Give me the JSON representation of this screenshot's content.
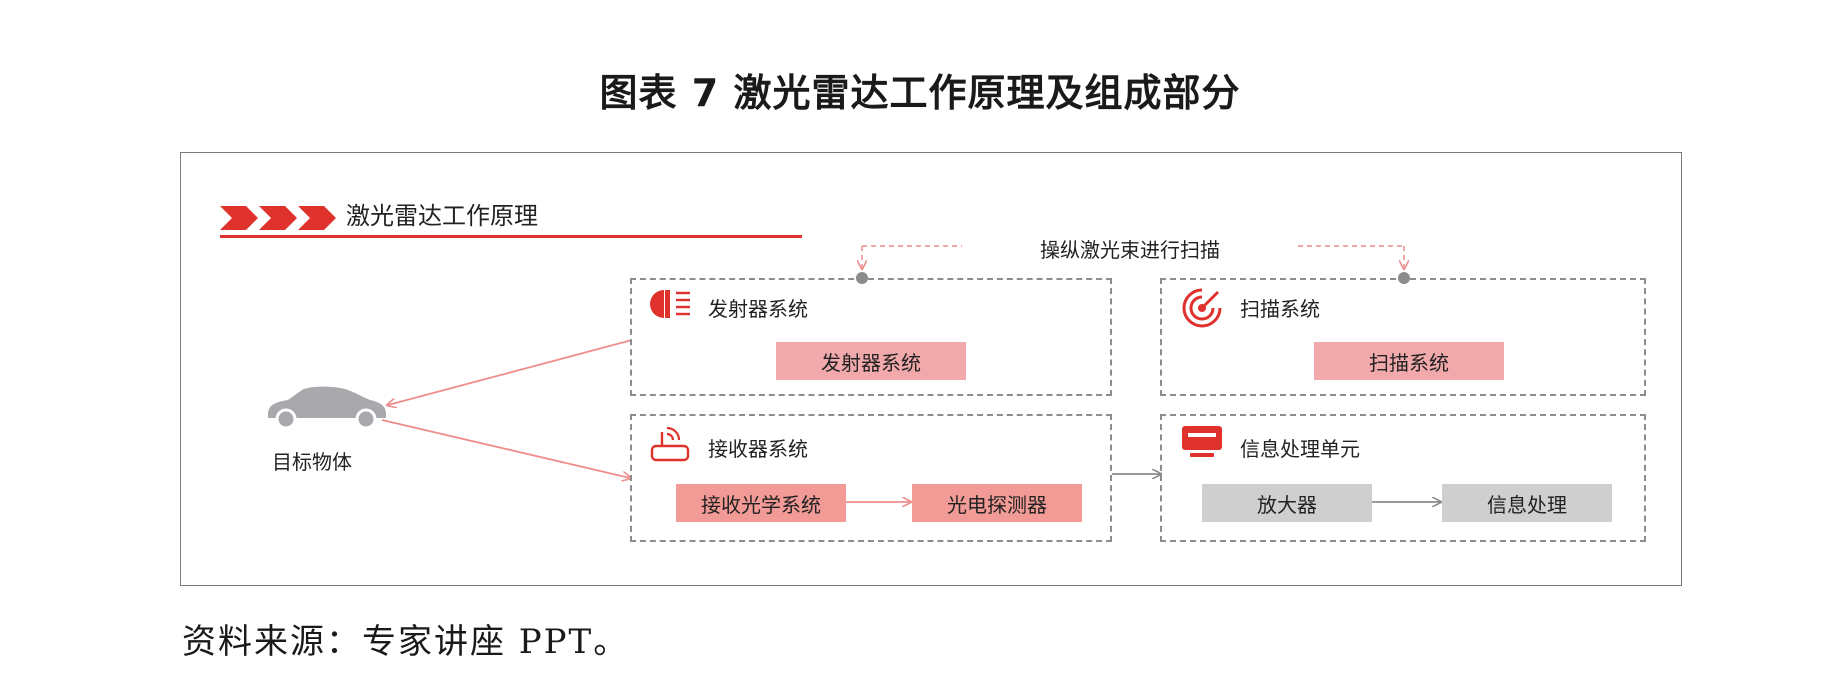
{
  "figure": {
    "title": "图表 7 激光雷达工作原理及组成部分",
    "source": "资料来源：专家讲座 PPT。"
  },
  "section": {
    "title": "激光雷达工作原理",
    "accent_color": "#e0322d"
  },
  "scan_annotation": "操纵激光束进行扫描",
  "target": {
    "label": "目标物体",
    "icon": "car-icon"
  },
  "emitter": {
    "header": "发射器系统",
    "icon": "laser-emitter-icon",
    "item": "发射器系统"
  },
  "receiver": {
    "header": "接收器系统",
    "icon": "antenna-receiver-icon",
    "items": [
      "接收光学系统",
      "光电探测器"
    ]
  },
  "scanner": {
    "header": "扫描系统",
    "icon": "radar-scan-icon",
    "item": "扫描系统"
  },
  "processor": {
    "header": "信息处理单元",
    "icon": "monitor-icon",
    "items": [
      "放大器",
      "信息处理"
    ]
  },
  "colors": {
    "pink_fill": "#f2a9ab",
    "red_fill": "#f29a96",
    "gray_fill": "#cfcfcf",
    "arrow_pink": "#ef8d8d",
    "dashed_gray": "#8c8c8c"
  }
}
